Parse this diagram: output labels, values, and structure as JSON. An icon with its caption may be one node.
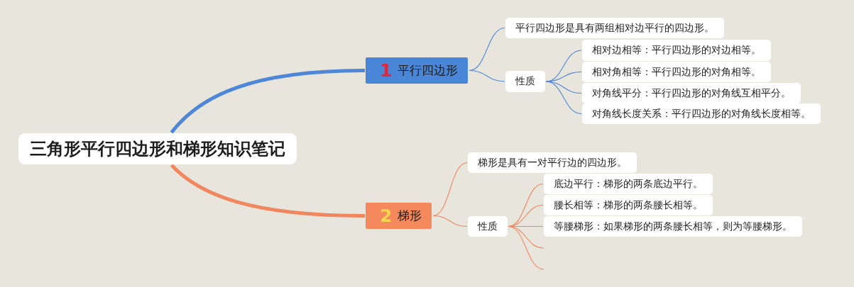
{
  "diagram": {
    "nodes": [
      {
        "text": [
          "三角形平行四边形和梯形知识笔记"
        ]
      },
      {
        "text": [
          "1",
          "平行四边形"
        ]
      },
      {
        "text": [
          "平行四边形是具有两组相对边平行的四边形。"
        ]
      },
      {
        "text": [
          "性质"
        ]
      },
      {
        "text": [
          "相对边相等：平行四边形的对边相等。"
        ]
      },
      {
        "text": [
          "相对角相等：平行四边形的对角相等。"
        ]
      },
      {
        "text": [
          "对角线平分：平行四边形的对角线互相平分。"
        ]
      },
      {
        "text": [
          "对角线长度关系：平行四边形的对角线长度相等。"
        ]
      },
      {
        "text": [
          "2",
          "梯形"
        ]
      },
      {
        "text": [
          "梯形是具有一对平行边的四边形。"
        ]
      },
      {
        "text": [
          "性质"
        ]
      },
      {
        "text": [
          "底边平行：梯形的两条底边平行。"
        ]
      },
      {
        "text": [
          "腰长相等：梯形的两条腰长相等。"
        ]
      },
      {
        "text": [
          "等腰梯形：如果梯形的两条腰长相等，则为等腰梯形。"
        ]
      }
    ],
    "edges": [
      {
        "from": 0,
        "to": 1,
        "arrow": "none",
        "style": "thick",
        "color": "#4f87d8"
      },
      {
        "from": 0,
        "to": 8,
        "arrow": "none",
        "style": "thick",
        "color": "#f0875e"
      },
      {
        "from": 1,
        "to": 2,
        "arrow": "none",
        "color": "#4f87d8"
      },
      {
        "from": 1,
        "to": 3,
        "arrow": "none",
        "color": "#4f87d8"
      },
      {
        "from": 3,
        "to": 4,
        "arrow": "none",
        "color": "#4f87d8"
      },
      {
        "from": 3,
        "to": 5,
        "arrow": "none",
        "color": "#4f87d8"
      },
      {
        "from": 3,
        "to": 6,
        "arrow": "none",
        "color": "#4f87d8"
      },
      {
        "from": 3,
        "to": 7,
        "arrow": "none",
        "color": "#4f87d8"
      },
      {
        "from": 8,
        "to": 9,
        "arrow": "none",
        "color": "#f0875e"
      },
      {
        "from": 8,
        "to": 10,
        "arrow": "none",
        "color": "#f0875e"
      },
      {
        "from": 10,
        "to": 11,
        "arrow": "none",
        "color": "#f0875e"
      },
      {
        "from": 10,
        "to": 12,
        "arrow": "none",
        "color": "#f0875e"
      },
      {
        "from": 10,
        "to": 13,
        "arrow": "none",
        "color": "#f0875e"
      },
      {
        "from": 10,
        "to": null,
        "arrow": "none",
        "color": "#f0875e"
      },
      {
        "from": 10,
        "to": null,
        "arrow": "none",
        "color": "#f0875e"
      }
    ]
  }
}
